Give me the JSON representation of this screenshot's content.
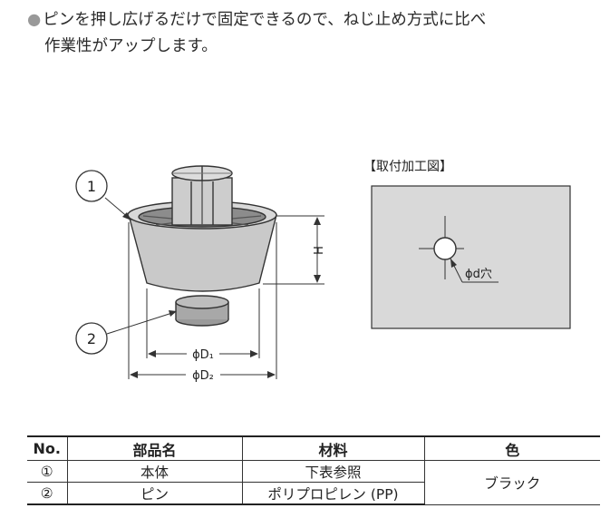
{
  "intro": {
    "bullet": "●",
    "line1": "ピンを押し広げるだけで固定できるので、ねじ止め方式に比べ",
    "line2": "作業性がアップします。"
  },
  "figure": {
    "callout_1": "1",
    "callout_2": "2",
    "dim_h": "H",
    "dim_d1": "ϕD₁",
    "dim_d2": "ϕD₂"
  },
  "mounting": {
    "title": "【取付加工図】",
    "hole_label": "ϕd穴"
  },
  "table": {
    "headers": [
      "No.",
      "部品名",
      "材料",
      "色"
    ],
    "rows": [
      {
        "no": "①",
        "name": "本体",
        "material": "下表参照"
      },
      {
        "no": "②",
        "name": "ピン",
        "material": "ポリプロピレン (PP)"
      }
    ],
    "color": "ブラック"
  },
  "colors": {
    "part_fill": "#cfcfcf",
    "part_dark": "#8a8a8a",
    "plate_fill": "#d9d9d9"
  }
}
